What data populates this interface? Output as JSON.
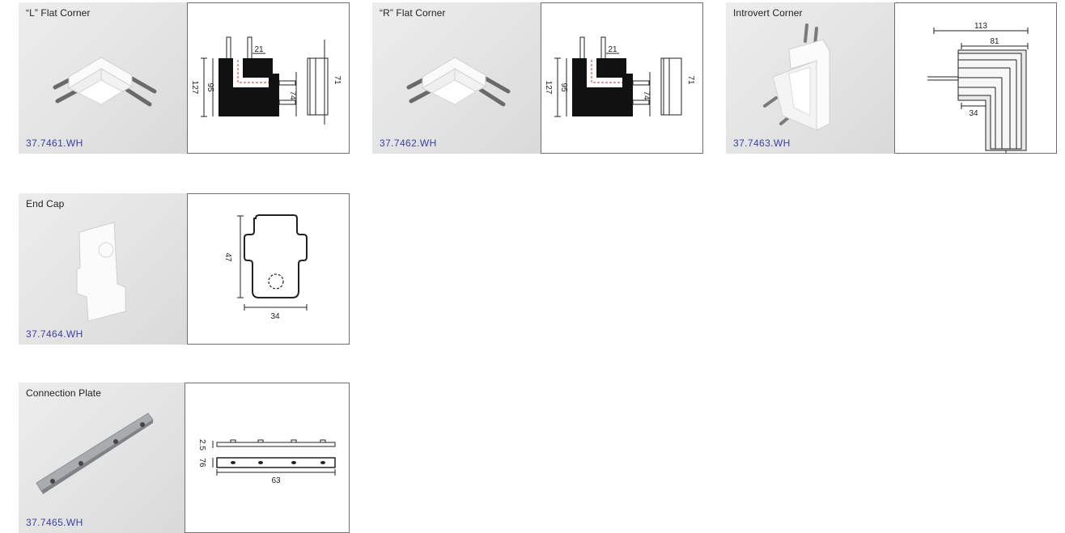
{
  "products": [
    {
      "name": "“L” Flat Corner",
      "code": "37.7461.WH",
      "dimensions": [
        "127",
        "95",
        "21",
        "74",
        "71"
      ]
    },
    {
      "name": "“R” Flat Corner",
      "code": "37.7462.WH",
      "dimensions": [
        "127",
        "95",
        "21",
        "74",
        "71"
      ]
    },
    {
      "name": "Introvert Corner",
      "code": "37.7463.WH",
      "dimensions": [
        "113",
        "81",
        "34"
      ]
    },
    {
      "name": "End Cap",
      "code": "37.7464.WH",
      "dimensions": [
        "47",
        "34"
      ]
    },
    {
      "name": "Connection Plate",
      "code": "37.7465.WH",
      "dimensions": [
        "2.5",
        "76",
        "63"
      ]
    }
  ]
}
